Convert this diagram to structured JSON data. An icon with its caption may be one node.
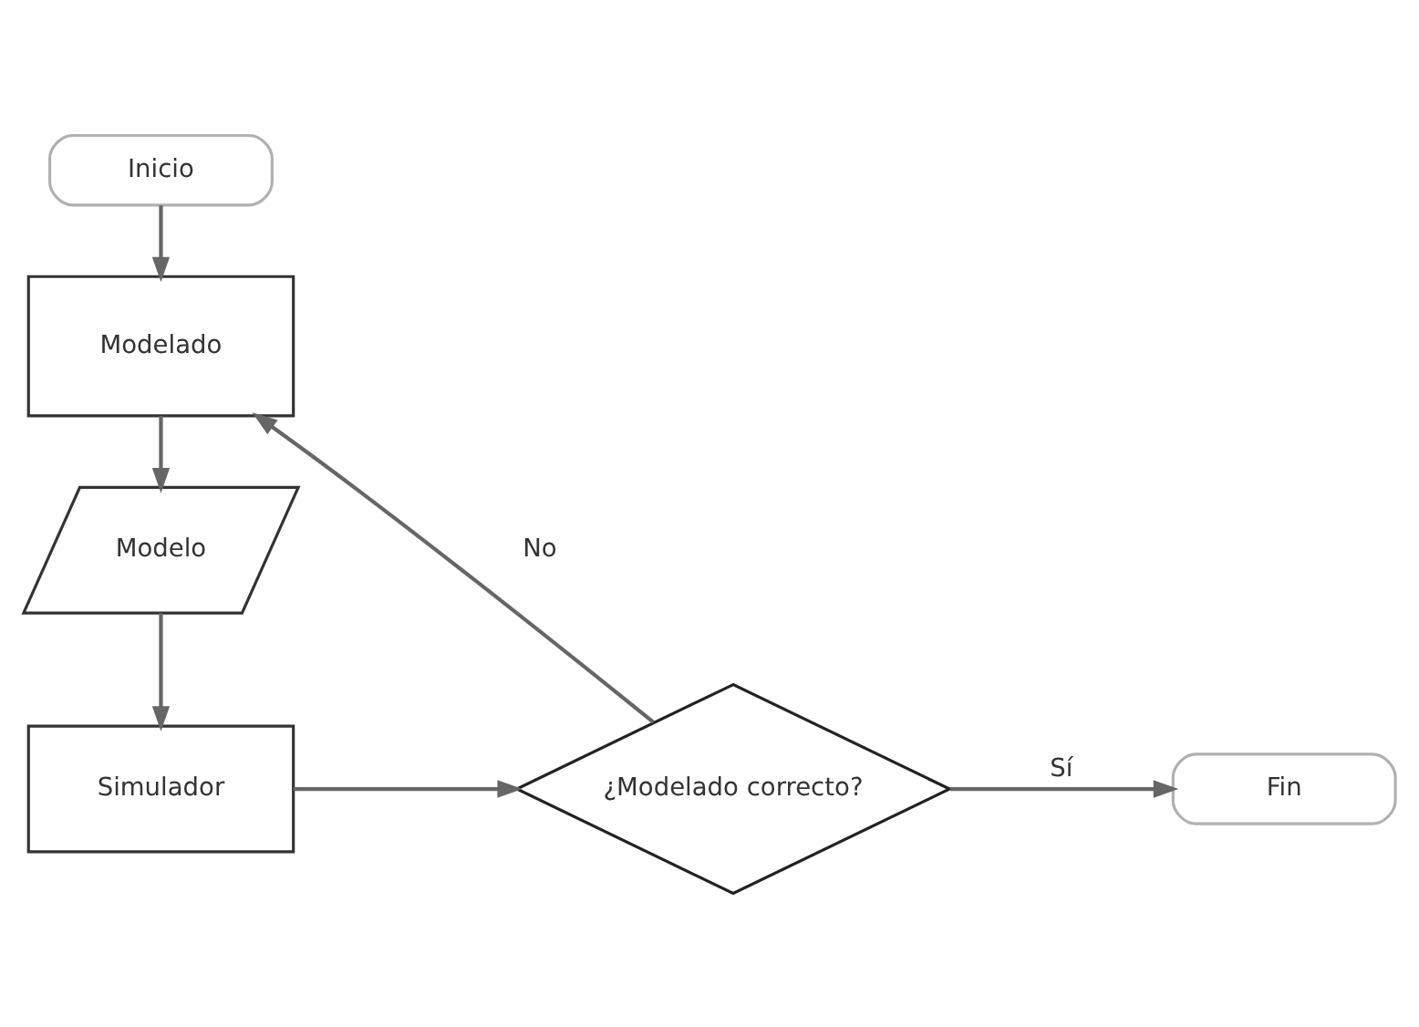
{
  "diagram": {
    "nodes": [
      {
        "text": [
          "Inicio"
        ]
      },
      {
        "text": [
          "Modelado"
        ]
      },
      {
        "text": [
          "Modelo"
        ]
      },
      {
        "text": [
          "Simulador"
        ]
      },
      {
        "text": [
          "¿Modelado correcto?"
        ]
      },
      {
        "text": [
          "Fin"
        ]
      }
    ],
    "edges": [
      {
        "from": 0,
        "to": 1,
        "arrow": "to"
      },
      {
        "from": 1,
        "to": 2,
        "arrow": "to"
      },
      {
        "from": 2,
        "to": 3,
        "arrow": "to"
      },
      {
        "from": 3,
        "to": 4,
        "arrow": "to"
      },
      {
        "from": 4,
        "to": 1,
        "arrow": "to",
        "label": "No"
      },
      {
        "from": 4,
        "to": 5,
        "arrow": "to",
        "label": "Sí"
      }
    ]
  }
}
